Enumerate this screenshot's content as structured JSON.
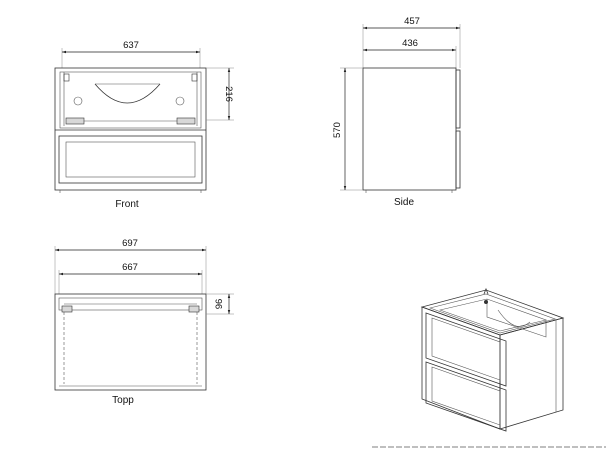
{
  "views": {
    "front": {
      "caption": "Front",
      "width": "637",
      "height": "216"
    },
    "side": {
      "caption": "Side",
      "width_outer": "457",
      "width_inner": "436",
      "height": "570"
    },
    "top": {
      "caption": "Topp",
      "width_outer": "697",
      "width_inner": "667",
      "depth": "96"
    }
  }
}
